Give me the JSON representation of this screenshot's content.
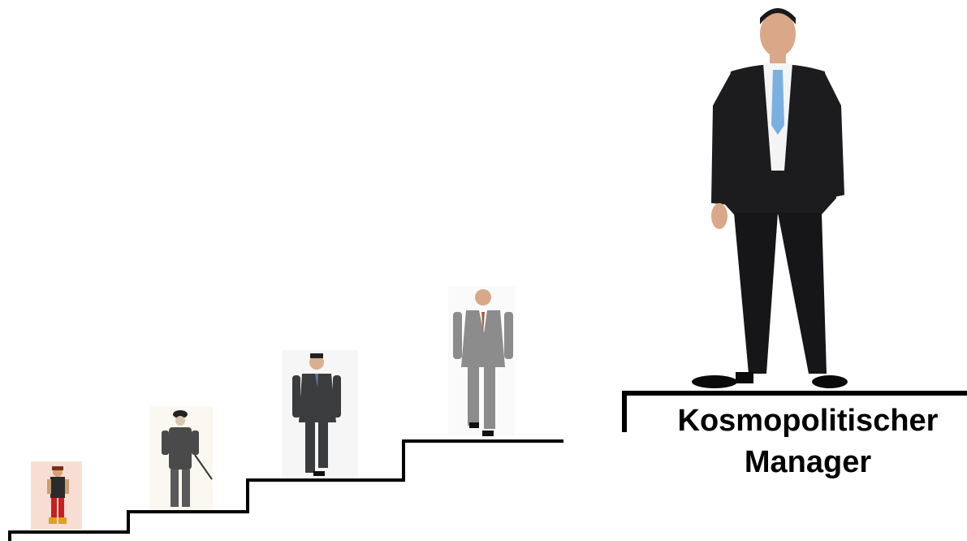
{
  "caption": {
    "line1": "Kosmopolitischer",
    "line2": "Manager"
  },
  "figures": [
    {
      "name": "medieval-figure",
      "icon": "medieval-costume-figure-icon"
    },
    {
      "name": "bowler-hat-figure",
      "icon": "vintage-gentleman-figure-icon"
    },
    {
      "name": "dark-suit-figure",
      "icon": "businessman-walking-icon"
    },
    {
      "name": "grey-suit-figure",
      "icon": "businessman-grey-suit-icon"
    },
    {
      "name": "manager-figure",
      "icon": "businessman-standing-icon"
    }
  ],
  "colors": {
    "stairs": "#000000",
    "suit_dark": "#1a1a1a",
    "suit_grey": "#8a8a8a",
    "tie_blue": "#7ab0e0",
    "skin": "#e0b090"
  }
}
